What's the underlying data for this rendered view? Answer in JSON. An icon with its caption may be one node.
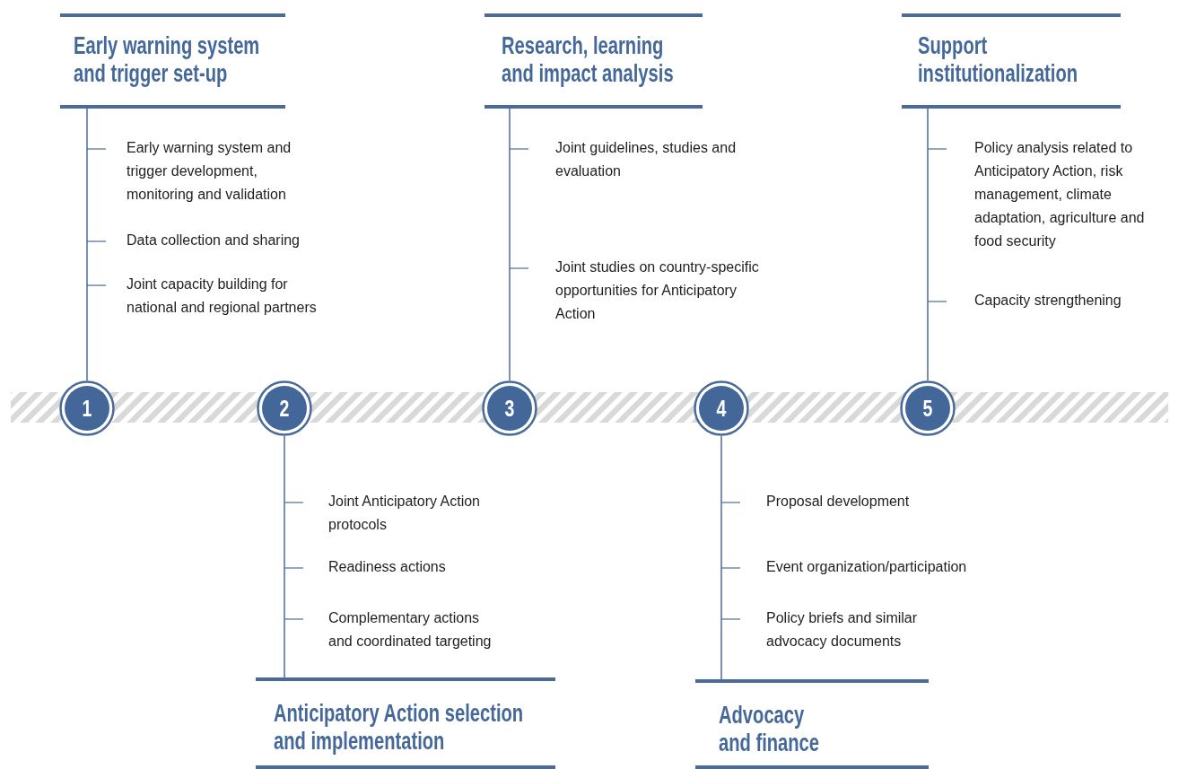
{
  "diagram": {
    "nodes": [
      {
        "text": [
          "Early warning system and trigger set-up"
        ]
      },
      {
        "text": [
          "Anticipatory Action selection and implementation"
        ]
      },
      {
        "text": [
          "Research, learning and impact analysis"
        ]
      },
      {
        "text": [
          "Advocacy and finance"
        ]
      },
      {
        "text": [
          "Support institutionalization"
        ]
      },
      {
        "text": [
          "1"
        ]
      },
      {
        "text": [
          "2"
        ]
      },
      {
        "text": [
          "3"
        ]
      },
      {
        "text": [
          "4"
        ]
      },
      {
        "text": [
          "5"
        ]
      },
      {
        "text": [
          "Early warning system and trigger development, monitoring and validation"
        ]
      },
      {
        "text": [
          "Data collection and sharing"
        ]
      },
      {
        "text": [
          "Joint capacity building for national and regional partners"
        ]
      },
      {
        "text": [
          "Joint Anticipatory Action protocols"
        ]
      },
      {
        "text": [
          "Readiness actions"
        ]
      },
      {
        "text": [
          "Complementary actions and coordinated targeting"
        ]
      },
      {
        "text": [
          "Joint guidelines, studies and evaluation"
        ]
      },
      {
        "text": [
          "Joint studies on country-specific opportunities for Anticipatory Action"
        ]
      },
      {
        "text": [
          "Proposal development"
        ]
      },
      {
        "text": [
          "Event organization/participation"
        ]
      },
      {
        "text": [
          "Policy briefs and similar advocacy documents"
        ]
      },
      {
        "text": [
          "Policy analysis related to Anticipatory Action, risk management, climate adaptation, agriculture and food security"
        ]
      },
      {
        "text": [
          "Capacity strengthening"
        ]
      }
    ],
    "edges": [
      {
        "from": 5,
        "to": 0,
        "arrow": "none"
      },
      {
        "from": 6,
        "to": 1,
        "arrow": "none"
      },
      {
        "from": 7,
        "to": 2,
        "arrow": "none"
      },
      {
        "from": 8,
        "to": 3,
        "arrow": "none"
      },
      {
        "from": 9,
        "to": 4,
        "arrow": "none"
      }
    ]
  }
}
